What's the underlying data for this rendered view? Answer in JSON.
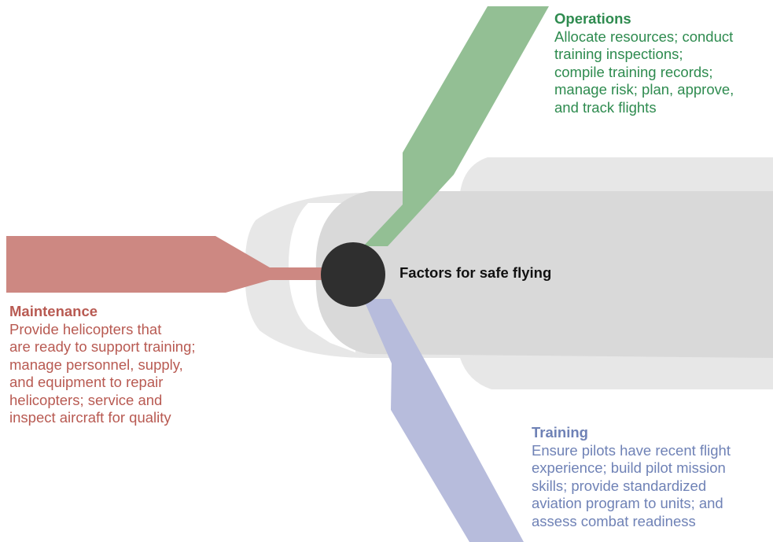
{
  "center": {
    "label": "Factors for safe flying"
  },
  "operations": {
    "title": "Operations",
    "lines": [
      "Allocate resources; conduct",
      "training inspections;",
      "compile training records;",
      "manage risk; plan, approve,",
      "and track flights"
    ],
    "color": "#2e8b4f",
    "blade_color": "#93bf94"
  },
  "maintenance": {
    "title": "Maintenance",
    "lines": [
      "Provide helicopters that",
      "are ready to support training;",
      "manage personnel, supply,",
      "and equipment to repair",
      "helicopters; service and",
      "inspect aircraft for quality"
    ],
    "color": "#b85a52",
    "blade_color": "#cd8882"
  },
  "training": {
    "title": "Training",
    "lines": [
      "Ensure pilots have recent flight",
      "experience; build pilot mission",
      "skills; provide standardized",
      "aviation program to units; and",
      "assess combat readiness"
    ],
    "color": "#6f82b6",
    "blade_color": "#b7bcdc"
  },
  "helicopter": {
    "body_color": "#d9d9d9",
    "outline_color": "#e7e7e7"
  },
  "hub_color": "#2f2f2f"
}
